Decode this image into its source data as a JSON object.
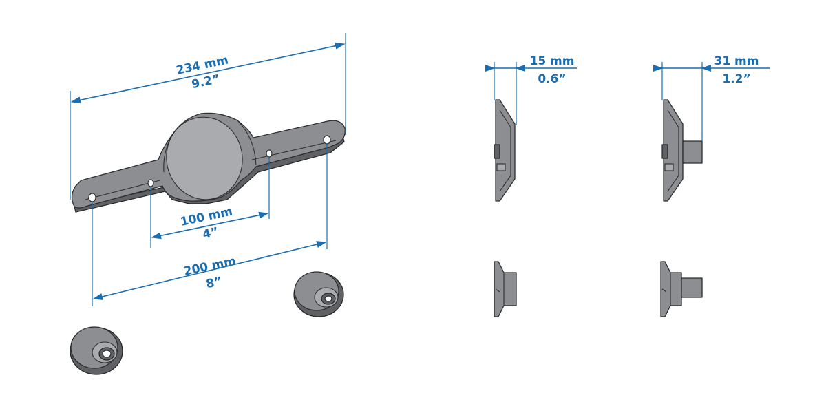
{
  "dimensions": {
    "overall_length": {
      "metric": "234 mm",
      "imperial": "9.2”"
    },
    "inner_spacing": {
      "metric": "100 mm",
      "imperial": "4”"
    },
    "outer_spacing": {
      "metric": "200 mm",
      "imperial": "8”"
    },
    "depth_flat": {
      "metric": "15 mm",
      "imperial": "0.6”"
    },
    "depth_spacer": {
      "metric": "31 mm",
      "imperial": "1.2”"
    }
  },
  "colors": {
    "dimension": "#1a6db0",
    "part": "#8c8e91",
    "outline": "#2c2d2f"
  }
}
